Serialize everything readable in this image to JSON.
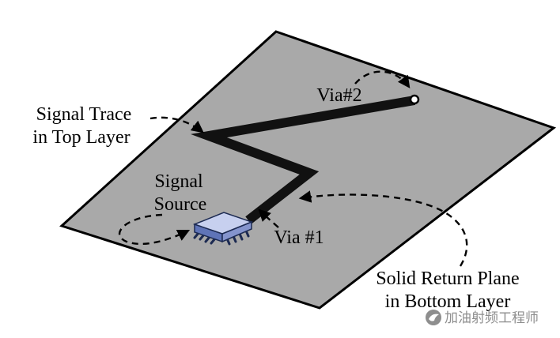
{
  "labels": {
    "signal_trace_line1": "Signal Trace",
    "signal_trace_line2": "in Top Layer",
    "via2": "Via#2",
    "signal_source_line1": "Signal",
    "signal_source_line2": "Source",
    "via1": "Via #1",
    "return_plane_line1": "Solid Return Plane",
    "return_plane_line2": "in Bottom Layer"
  },
  "watermark": {
    "text": "加油射频工程师"
  },
  "icons": {
    "watermark_logo": "dove-wing-logo"
  },
  "colors": {
    "background": "#ffffff",
    "board_fill": "#a9a9a9",
    "board_stroke": "#000000",
    "trace": "#111111",
    "via_fill": "#ffffff",
    "chip_top": "#c7d0ef",
    "chip_front": "#5f74b8",
    "chip_side": "#8494cd",
    "chip_outline": "#1c2a52",
    "text": "#000000",
    "watermark_gray": "#8e8e8e"
  }
}
